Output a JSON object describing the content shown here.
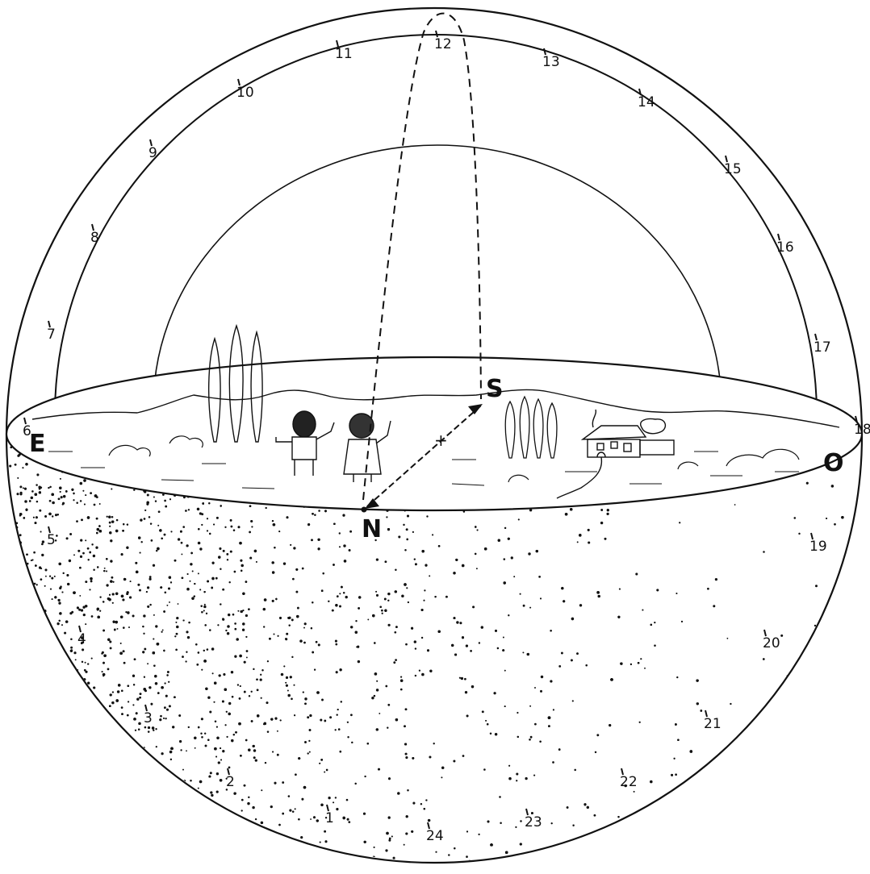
{
  "diagram": {
    "cardinals": {
      "east": "E",
      "west": "O",
      "north": "N",
      "south": "S"
    },
    "hours": [
      "1",
      "2",
      "3",
      "4",
      "5",
      "6",
      "7",
      "8",
      "9",
      "10",
      "11",
      "12",
      "13",
      "14",
      "15",
      "16",
      "17",
      "18",
      "19",
      "20",
      "21",
      "22",
      "23",
      "24"
    ],
    "colors": {
      "ink": "#111111",
      "paper": "#ffffff"
    },
    "icons": [
      "tree-icon",
      "cypress-icon",
      "house-icon",
      "child-figure-icon",
      "bush-icon"
    ]
  }
}
